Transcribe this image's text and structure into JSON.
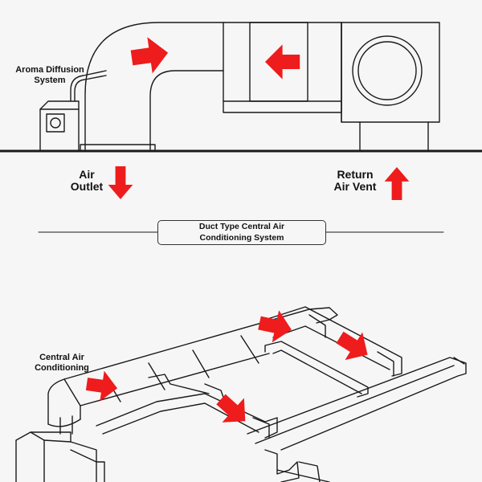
{
  "labels": {
    "aroma_line1": "Aroma Diffusion",
    "aroma_line2": "System",
    "air_outlet_line1": "Air",
    "air_outlet_line2": "Outlet",
    "return_line1": "Return",
    "return_line2": "Air Vent",
    "title_line1": "Duct Type Central Air",
    "title_line2": "Conditioning System",
    "central_line1": "Central Air",
    "central_line2": "Conditioning"
  },
  "colors": {
    "arrow": "#ee1c1c",
    "line": "#1a1a1a",
    "background": "#f6f6f6"
  }
}
